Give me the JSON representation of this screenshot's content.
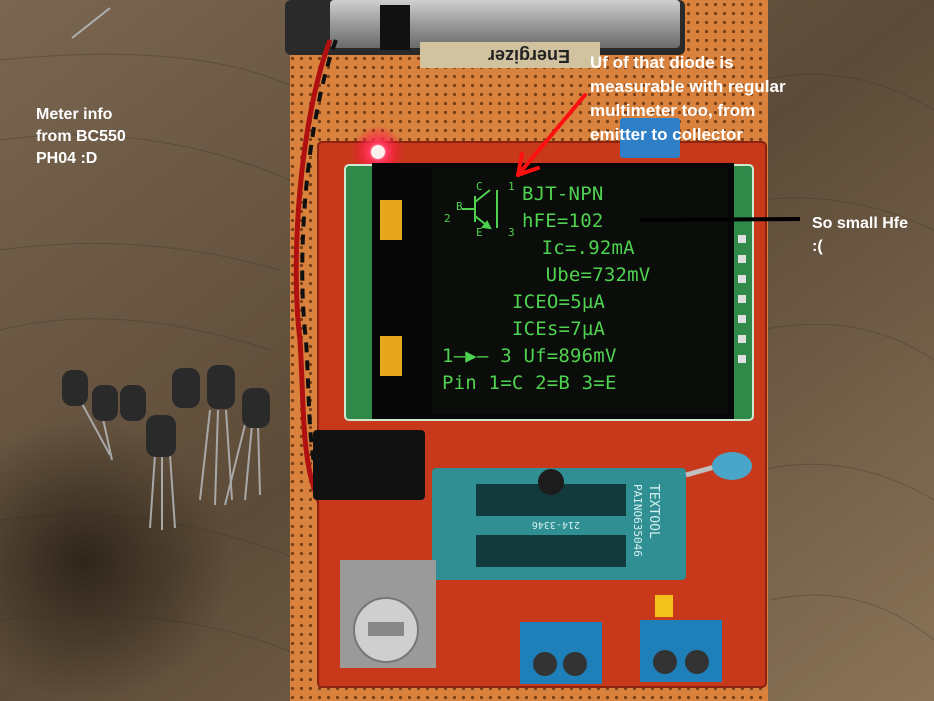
{
  "annotations": {
    "meter_info": "Meter info\nfrom BC550\nPH04 :D",
    "diode_note": "Uf of that diode is\nmeasurable with regular\nmultimeter too, from\nemitter to collector",
    "hfe_note": "So small Hfe\n:("
  },
  "lcd": {
    "symbol_pins": {
      "c": "C",
      "b": "B",
      "e": "E",
      "p1": "1",
      "p2": "2",
      "p3": "3"
    },
    "lines": [
      "BJT-NPN",
      "hFE=102",
      " Ic=.92mA",
      " Ube=732mV",
      "ICEO=5µA",
      "ICEs=7µA",
      "1—▶— 3 Uf=896mV",
      "Pin 1=C 2=B 3=E"
    ]
  },
  "board": {
    "battery_label": "Energizer",
    "socket_label": "TEXTOOL",
    "socket_code": "PAINO635046",
    "socket_top_code": "214-3346"
  },
  "colors": {
    "pcb_red": "#c8391c",
    "lcd_green": "#4fd24f",
    "socket_teal": "#2f8f93",
    "terminal_blue": "#1f7fb8",
    "arrow_red": "#ff1010"
  }
}
